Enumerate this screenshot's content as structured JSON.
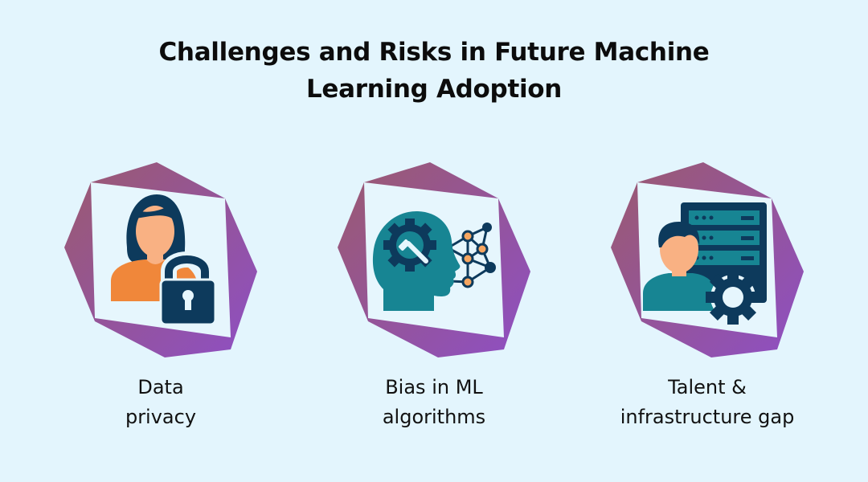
{
  "title": {
    "line1": "Challenges and Risks in Future Machine",
    "line2": "Learning Adoption"
  },
  "colors": {
    "background": "#e3f5fd",
    "polygon_start": "#9b5a6e",
    "polygon_end": "#8e4fc4",
    "inner_panel": "#e6f6fd",
    "navy": "#0d3a5c",
    "teal": "#178593",
    "orange": "#f0873a",
    "skin": "#f9b183"
  },
  "items": [
    {
      "icon": "person-lock-icon",
      "line1": "Data",
      "line2": "privacy"
    },
    {
      "icon": "head-gear-network-icon",
      "line1": "Bias in ML",
      "line2": "algorithms"
    },
    {
      "icon": "person-server-gear-icon",
      "line1": "Talent &",
      "line2": "infrastructure gap"
    }
  ]
}
